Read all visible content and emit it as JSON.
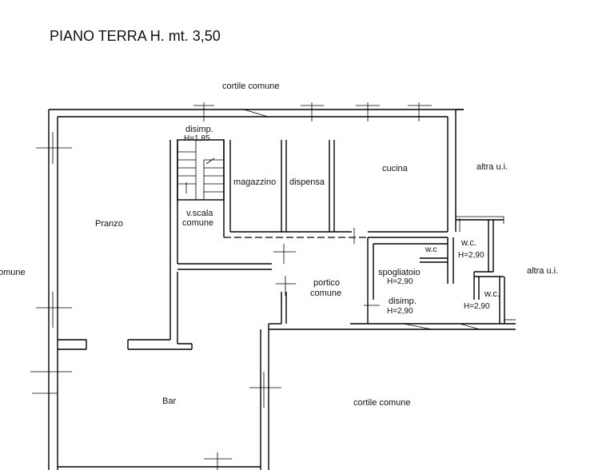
{
  "title": "PIANO TERRA H. mt. 3,50",
  "labels": {
    "cortile_top": "cortile comune",
    "cortile_left": "omune",
    "cortile_bottom": "cortile comune",
    "altra_ui_top": "altra u.i.",
    "altra_ui_right": "altra u.i.",
    "pranzo": "Pranzo",
    "bar": "Bar",
    "disimp_top": "disimp.",
    "disimp_top_h": "H=1,85",
    "vscala_1": "v.scala",
    "vscala_2": "comune",
    "magazzino": "magazzino",
    "dispensa": "dispensa",
    "cucina": "cucina",
    "portico_1": "portico",
    "portico_2": "comune",
    "wc_small": "w.c",
    "wc_big": "w.c.",
    "wc_big_h": "H=2,90",
    "spogliatoio": "spogliatoio",
    "spogliatoio_h": "H=2,90",
    "disimp_bottom": "disimp.",
    "disimp_bottom_h": "H=2,90",
    "wc_bottom": "w.c.",
    "wc_bottom_h": "H=2,90"
  }
}
